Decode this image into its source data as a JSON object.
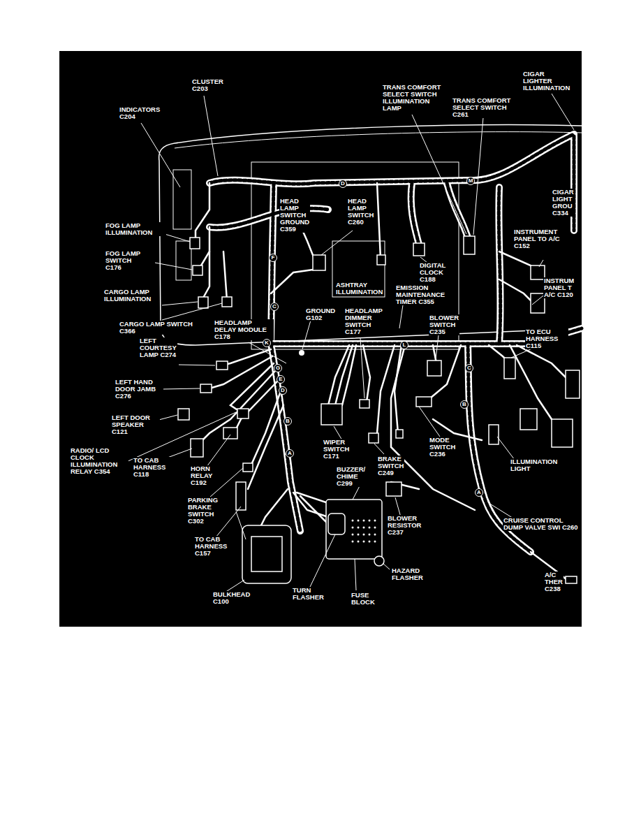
{
  "diagram": {
    "labels": [
      "CLUSTER C203",
      "INDICATORS C204",
      "TRANS COMFORT SELECT SWITCH ILLUMINATION LAMP",
      "TRANS COMFORT SELECT SWITCH C261",
      "CIGAR LIGHTER ILLUMINATION",
      "CIGAR LIGHT GROU C334",
      "HEAD LAMP SWITCH GROUND C359",
      "HEAD LAMP SWITCH C260",
      "FOG LAMP ILLUMINATION",
      "FOG LAMP SWITCH C176",
      "CARGO LAMP ILLUMINATION",
      "CARGO LAMP SWITCH C366",
      "ASHTRAY ILLUMINATION",
      "DIGITAL CLOCK C188",
      "INSTRUMENT PANEL TO A/C C152",
      "EMISSION MAINTENANCE TIMER C355",
      "INSTRUM PANEL T A/C C120",
      "GROUND G102",
      "HEADLAMP DIMMER SWITCH C177",
      "BLOWER SWITCH C235",
      "HEADLAMP DELAY MODULE C178",
      "TO ECU HARNESS C115",
      "LEFT COURTESY LAMP C274",
      "LEFT HAND DOOR JAMB C276",
      "LEFT DOOR SPEAKER C121",
      "RADIO/ LCD CLOCK ILLUMINATION RELAY C354",
      "TO CAB HARNESS C118",
      "HORN RELAY C192",
      "WIPER SWITCH C171",
      "BRAKE SWITCH C249",
      "MODE SWITCH C236",
      "ILLUMINATION LIGHT",
      "BUZZER/ CHIME C299",
      "PARKING BRAKE SWITCH C302",
      "BLOWER RESISTOR C237",
      "CRUISE CONTROL DUMP VALVE SWI C260",
      "TO CAB HARNESS C157",
      "HAZARD FLASHER",
      "A/C THER C238",
      "BULKHEAD C100",
      "TURN FLASHER",
      "FUSE BLOCK",
      "D",
      "M",
      "F",
      "C",
      "K",
      "L",
      "G",
      "E",
      "D",
      "B",
      "A",
      "C",
      "B",
      "A"
    ]
  }
}
